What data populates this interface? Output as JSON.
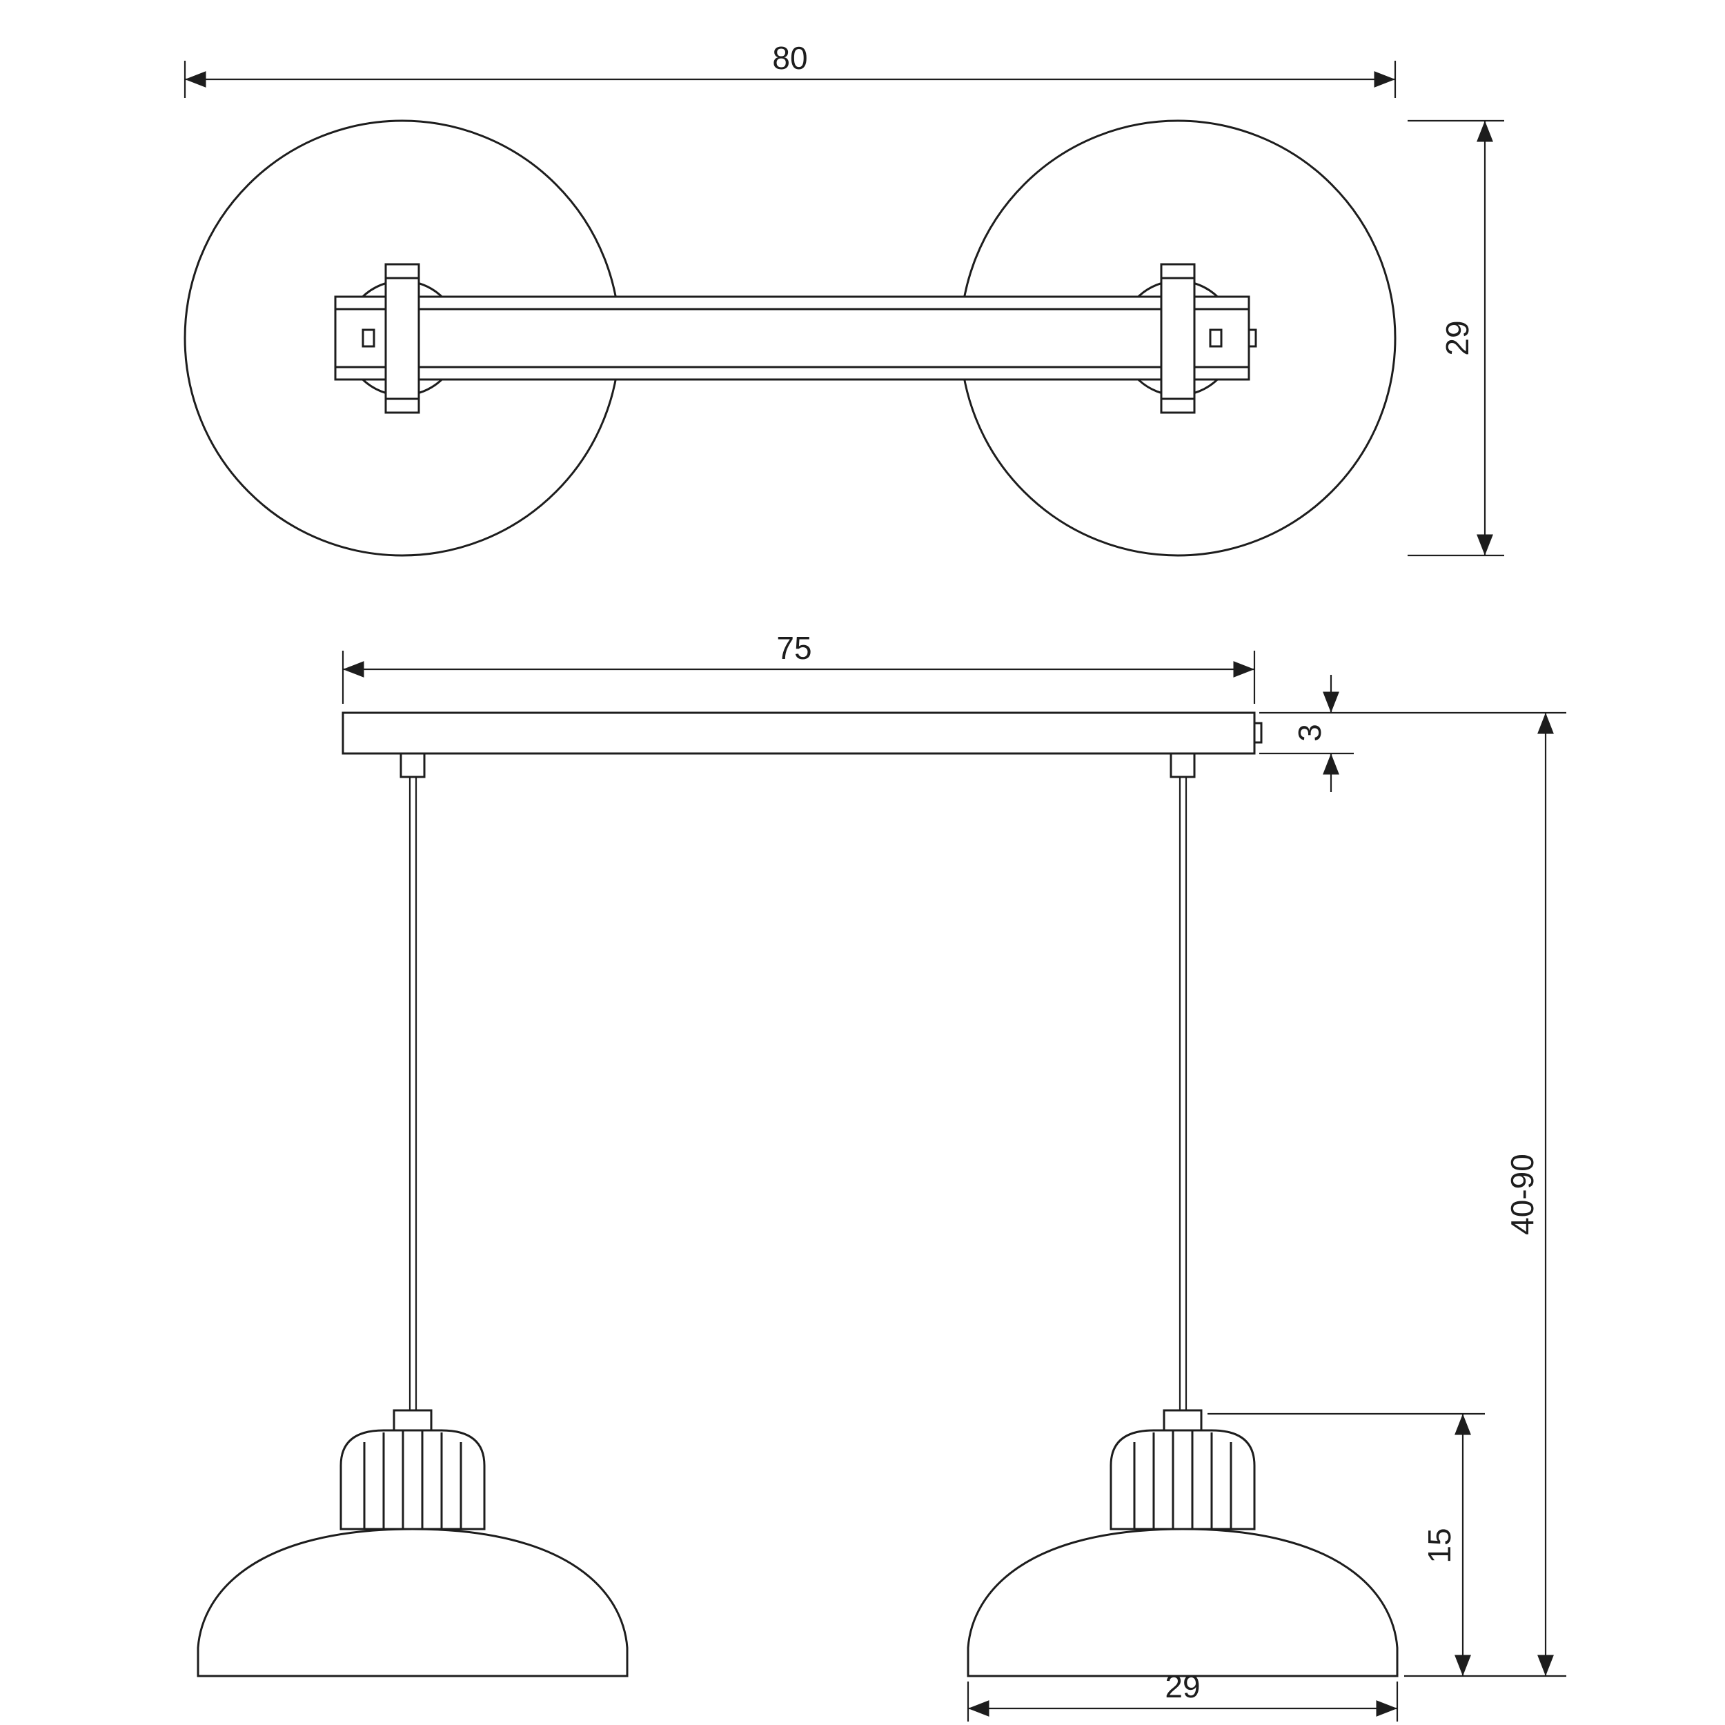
{
  "drawing": {
    "background": "#ffffff",
    "line_color": "#1d1d1d",
    "subject": "double-pendant-lamp-dimensional-drawing",
    "views": [
      {
        "name": "top-view"
      },
      {
        "name": "front-view"
      }
    ],
    "dimensions": {
      "overall_width": "80",
      "shade_diameter_top": "29",
      "canopy_length": "75",
      "canopy_thickness": "3",
      "suspension_height": "40-90",
      "shade_height": "15",
      "shade_width": "29"
    }
  }
}
